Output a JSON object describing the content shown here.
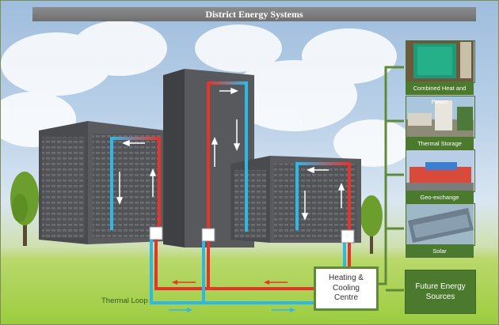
{
  "header": {
    "title": "District Energy Systems"
  },
  "energy_sources": [
    {
      "label": "Combined Heat and Power",
      "icon": "chp-plant-photo"
    },
    {
      "label": "Thermal Storage",
      "icon": "thermal-storage-photo"
    },
    {
      "label": "Geo-exchange",
      "icon": "geo-exchange-photo"
    },
    {
      "label": "Solar",
      "icon": "solar-panels-photo"
    }
  ],
  "future_sources": {
    "label": "Future Energy Sources"
  },
  "heating_cooling_centre": {
    "label": "Heating & Cooling Centre"
  },
  "thermal_loop": {
    "label": "Thermal Loop"
  },
  "colors": {
    "hot": "#e8332a",
    "cold": "#2fb7e8",
    "green": "#4b7a2e",
    "building": "#555659"
  }
}
